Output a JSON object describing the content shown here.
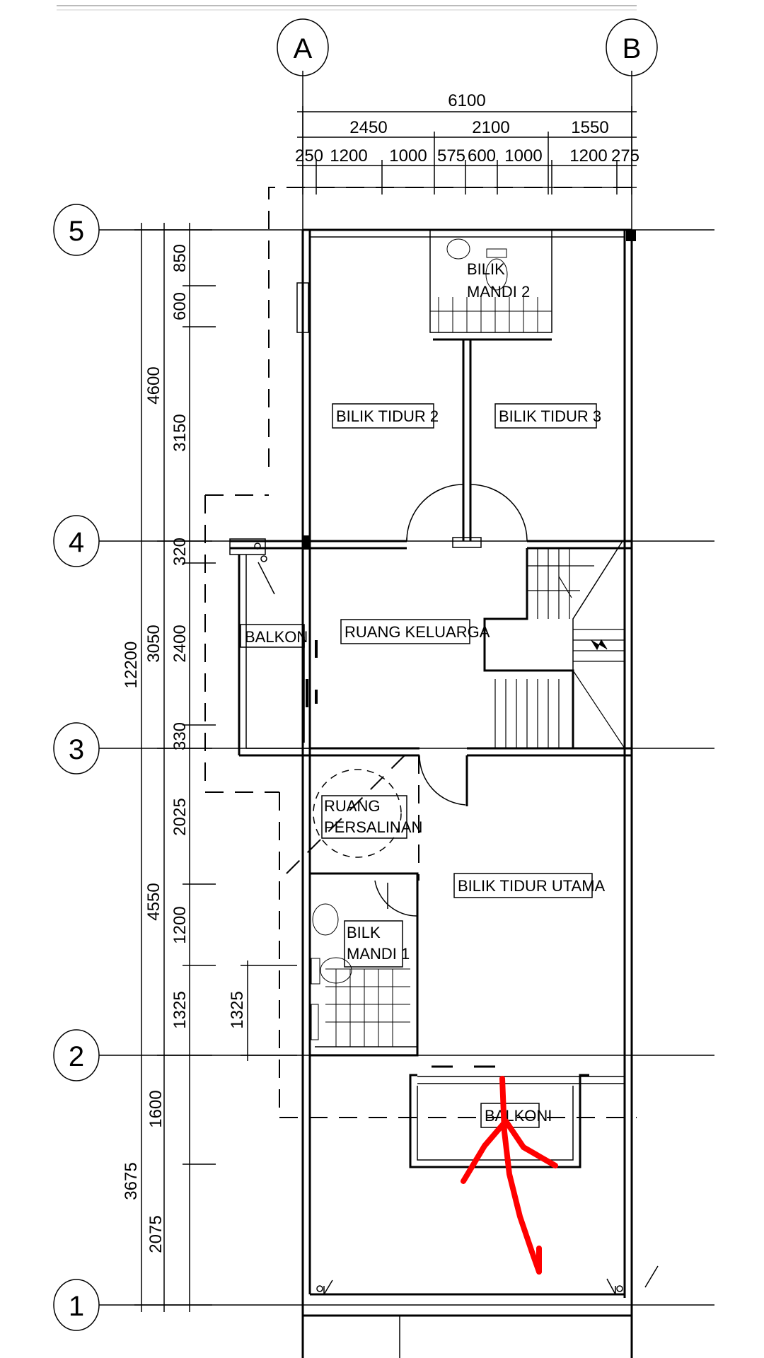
{
  "grid": {
    "columns": [
      "A",
      "B"
    ],
    "rows": [
      "5",
      "4",
      "3",
      "2",
      "1"
    ]
  },
  "dimensions_top": {
    "overall": "6100",
    "level2": [
      "2450",
      "2100",
      "1550"
    ],
    "level3": [
      "250",
      "1200",
      "1000",
      "575",
      "600",
      "1000",
      "1200",
      "275"
    ]
  },
  "dimensions_left": {
    "total": "12200",
    "groups": [
      "4600",
      "3050",
      "4550",
      "3675"
    ],
    "details": [
      "850",
      "600",
      "3150",
      "320",
      "2400",
      "330",
      "2025",
      "1200",
      "1325",
      "1600",
      "2075"
    ],
    "inner": "1325"
  },
  "rooms": {
    "bilik_mandi_2_line1": "BILIK",
    "bilik_mandi_2_line2": "MANDI 2",
    "bilik_tidur_2": "BILIK TIDUR 2",
    "bilik_tidur_3": "BILIK TIDUR 3",
    "balkoni_side": "BALKONI",
    "ruang_keluarga": "RUANG KELUARGA",
    "ruang_persalinan_line1": "RUANG",
    "ruang_persalinan_line2": "PERSALINAN",
    "bilik_tidur_utama": "BILIK TIDUR UTAMA",
    "bilik_mandi_1_line1": "BILK",
    "bilik_mandi_1_line2": "MANDI 1",
    "balkoni_front": "BALKONI"
  },
  "colors": {
    "line": "#000000",
    "annotation": "#ff0000"
  }
}
